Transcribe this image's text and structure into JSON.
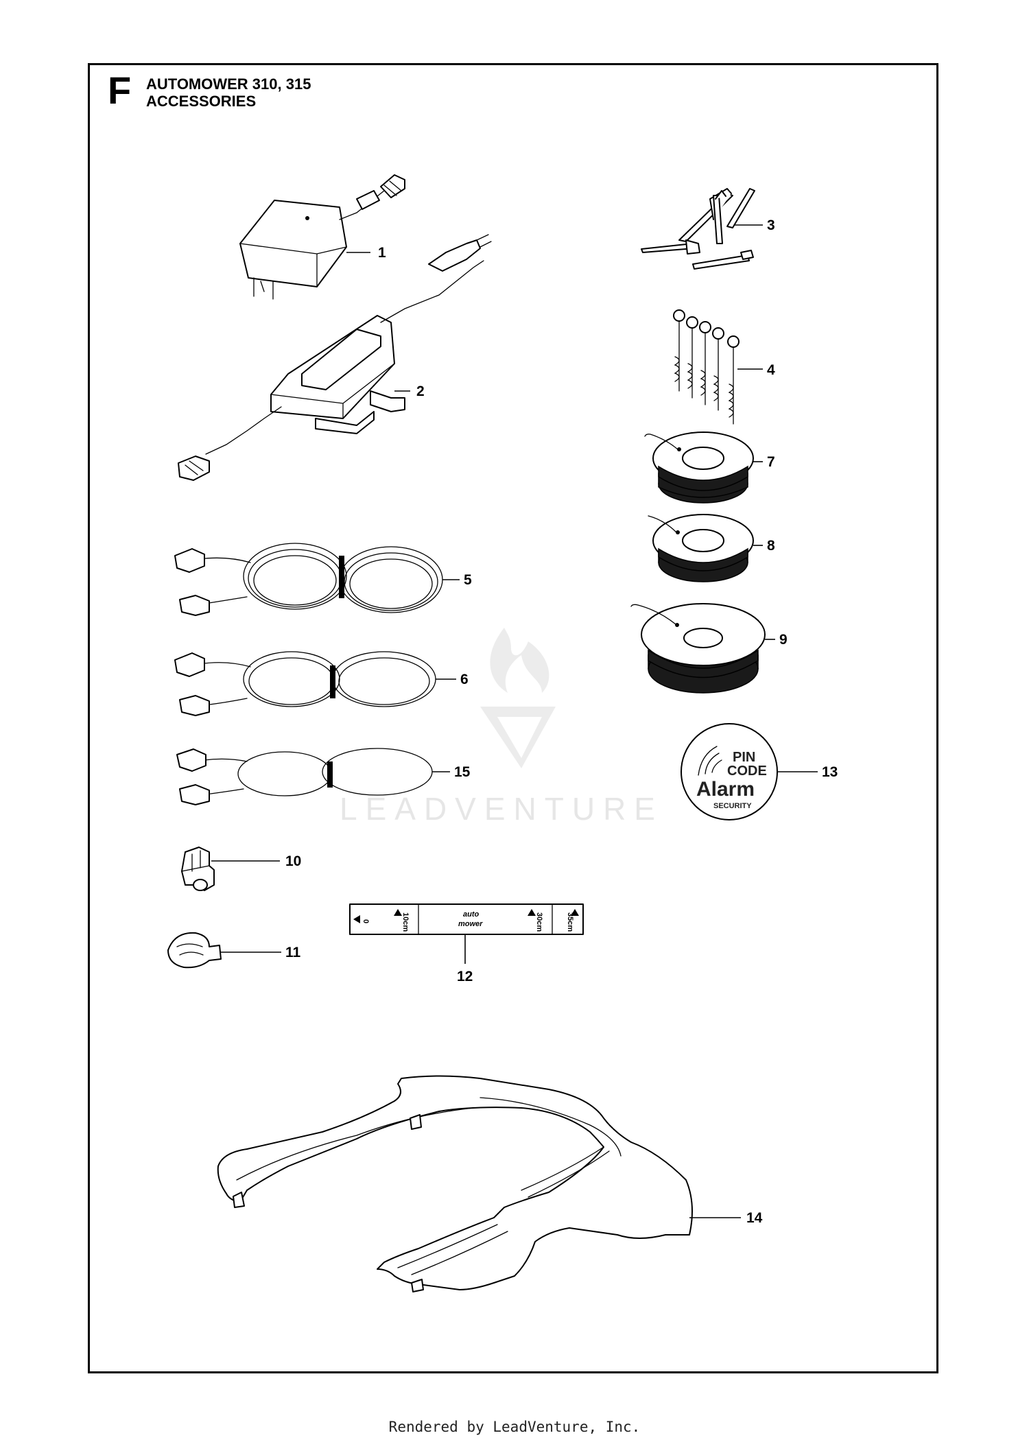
{
  "header": {
    "section_letter": "F",
    "title_line1": "AUTOMOWER 310, 315",
    "title_line2": "ACCESSORIES"
  },
  "watermark": {
    "text": "LEADVENTURE"
  },
  "parts": [
    {
      "ref": "1",
      "name": "charger-power-supply"
    },
    {
      "ref": "2",
      "name": "transformer-power-supply"
    },
    {
      "ref": "3",
      "name": "pegs"
    },
    {
      "ref": "4",
      "name": "screw-pegs"
    },
    {
      "ref": "5",
      "name": "low-voltage-cable-long"
    },
    {
      "ref": "6",
      "name": "low-voltage-cable-medium"
    },
    {
      "ref": "7",
      "name": "boundary-wire-reel-small"
    },
    {
      "ref": "8",
      "name": "boundary-wire-reel-medium"
    },
    {
      "ref": "9",
      "name": "boundary-wire-reel-large"
    },
    {
      "ref": "10",
      "name": "connector"
    },
    {
      "ref": "11",
      "name": "coupler"
    },
    {
      "ref": "12",
      "name": "measuring-strip"
    },
    {
      "ref": "13",
      "name": "alarm-decal"
    },
    {
      "ref": "14",
      "name": "body-cover"
    },
    {
      "ref": "15",
      "name": "low-voltage-cable-short"
    }
  ],
  "measuring_strip": {
    "mark_0": "0",
    "mark_10": "10cm",
    "brand_line1": "auto",
    "brand_line2": "mower",
    "mark_30": "30cm",
    "mark_35": "35cm"
  },
  "decal": {
    "line1": "PIN",
    "line2": "CODE",
    "line3": "Alarm",
    "line4": "SECURITY"
  },
  "footer": {
    "text": "Rendered by LeadVenture, Inc."
  }
}
